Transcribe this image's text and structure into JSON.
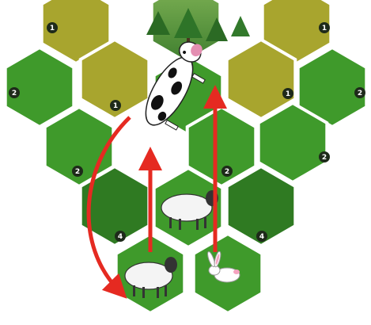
{
  "colors": {
    "grass_bright": "#3f9a2b",
    "grass_dark": "#2f7a22",
    "meadow_yellow": "#a8a52e",
    "forest_tile": "#4a8a3a",
    "arrow_red": "#e52a21",
    "badge_dark": "#1e2a1a",
    "hex_border": "#ffffff"
  },
  "tiles": [
    {
      "id": "t-top-left-yellow",
      "color": "yellow",
      "badge": "1"
    },
    {
      "id": "t-forest",
      "color": "forest",
      "badge": ""
    },
    {
      "id": "t-top-right-yellow",
      "color": "yellow",
      "badge": "1"
    },
    {
      "id": "t-row2-far-left",
      "color": "green",
      "badge": "2"
    },
    {
      "id": "t-row2-left-yellow",
      "color": "yellow",
      "badge": "1"
    },
    {
      "id": "t-row2-cow",
      "color": "green",
      "badge": ""
    },
    {
      "id": "t-row2-right-yellow",
      "color": "yellow",
      "badge": "1"
    },
    {
      "id": "t-row2-far-right",
      "color": "green",
      "badge": "2"
    },
    {
      "id": "t-row3-left",
      "color": "green",
      "badge": "2"
    },
    {
      "id": "t-row3-mid",
      "color": "green",
      "badge": "2"
    },
    {
      "id": "t-row3-right",
      "color": "green",
      "badge": "2"
    },
    {
      "id": "t-row4-left",
      "color": "darkgreen",
      "badge": "4"
    },
    {
      "id": "t-row4-sheep",
      "color": "green",
      "badge": ""
    },
    {
      "id": "t-row4-right",
      "color": "darkgreen",
      "badge": "4"
    },
    {
      "id": "t-bottom-sheep",
      "color": "green",
      "badge": ""
    },
    {
      "id": "t-bottom-bunny",
      "color": "green",
      "badge": ""
    }
  ],
  "pieces": [
    "cow",
    "sheep",
    "sheep",
    "bunny"
  ],
  "arrows": [
    "cow-to-bottom-sheep-curve",
    "bottom-sheep-up",
    "bunny-up"
  ]
}
